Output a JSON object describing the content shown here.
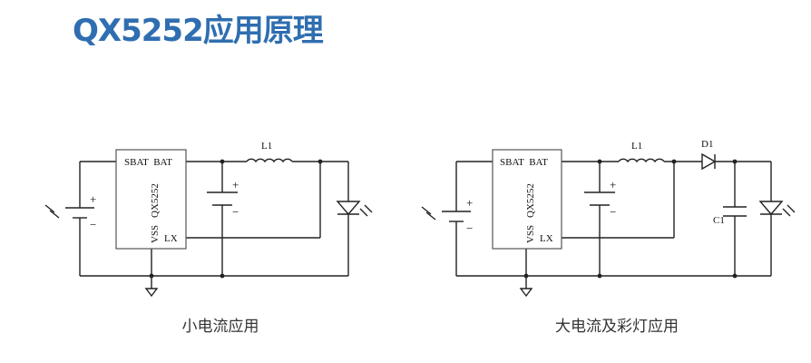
{
  "title": "QX5252应用原理",
  "colors": {
    "title": "#2f6eb0",
    "wire": "#222222",
    "chip_border": "#555555"
  },
  "circuit1": {
    "chip_pins_top": "SBAT  BAT",
    "chip_name": "QX5252",
    "pin_vss": "VSS",
    "pin_lx": "LX",
    "inductor": "L1",
    "plus": "+",
    "minus": "−",
    "caption": "小电流应用"
  },
  "circuit2": {
    "chip_pins_top": "SBAT  BAT",
    "chip_name": "QX5252",
    "pin_vss": "VSS",
    "pin_lx": "LX",
    "inductor": "L1",
    "diode": "D1",
    "capacitor": "C1",
    "plus": "+",
    "minus": "−",
    "caption": "大电流及彩灯应用"
  }
}
